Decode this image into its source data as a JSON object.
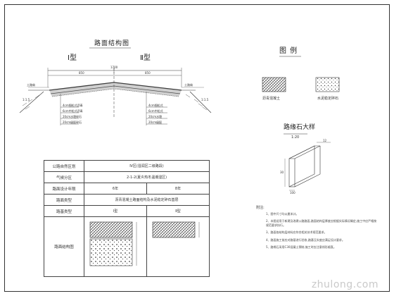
{
  "section": {
    "title": "路面结构图",
    "type_left": "Ⅰ型",
    "type_right": "Ⅱ型",
    "dim_total": "1700",
    "dim_left": "850",
    "dim_right": "850",
    "layers_left": [
      "4cm细粒式沥青",
      "6cm中粒式沥青",
      "20cm水稳碎石",
      "20cm级配碎石"
    ],
    "layers_right": [
      "4cm细粒式",
      "6cm中粒式",
      "20cm水稳",
      "20cm级配"
    ],
    "edge_left": "土路肩",
    "edge_right": "土路肩",
    "slope_left": "1:1.5",
    "slope_right": "1:1.5"
  },
  "legend": {
    "title": "图  例",
    "item1": "沥青混凝土",
    "item2": "水泥稳定碎石"
  },
  "curb": {
    "title": "路缘石大样",
    "scale": "1:20",
    "dim_top": "12",
    "dim_side": "30",
    "dim_len": "100"
  },
  "table": {
    "rows": [
      {
        "key": "公路自然区划",
        "val": "Ⅳ区(湿润区二级路段)"
      },
      {
        "key": "气候分区",
        "val": "2-1-2(夏炎热冬温潮湿区)"
      },
      {
        "key": "路面设计年限",
        "left": "6年",
        "right": "8年"
      },
      {
        "key": "路面类型",
        "val": "沥青混凝土路面结构及水泥稳定碎石基层"
      },
      {
        "key": "路基类型",
        "left": "Ⅰ型",
        "right": "Ⅱ型"
      },
      {
        "key": "路面结构图",
        "left": "",
        "right": ""
      }
    ]
  },
  "notes": {
    "heading": "附注:",
    "items": [
      "1、图中尺寸均以厘米计。",
      "2、本图适用于新建及改建公路路面,路面结构层厚度应根据实际情况确定,施工中应严格按规范要求执行。",
      "3、路面各结构层材料应符合相关技术规范要求。",
      "4、路面施工前应对路基进行验收,路基压实度应满足设计要求。",
      "5、路缘石采用C30混凝土预制,施工时应注意线形顺直。"
    ]
  },
  "watermark": "zhulong.com",
  "colors": {
    "line": "#333333",
    "hatch": "#555555",
    "watermark": "#c9c9c9"
  }
}
